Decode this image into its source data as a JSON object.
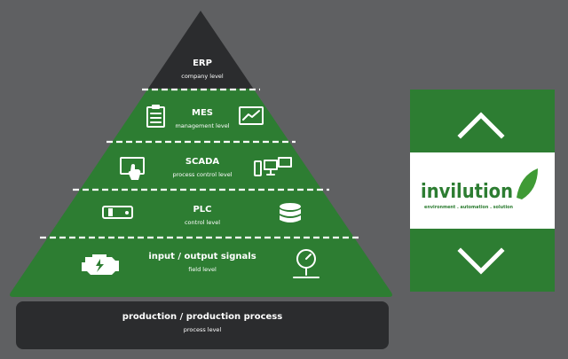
{
  "levels": [
    {
      "title": "ERP",
      "subtitle": "company level"
    },
    {
      "title": "MES",
      "subtitle": "management level"
    },
    {
      "title": "SCADA",
      "subtitle": "process control level"
    },
    {
      "title": "PLC",
      "subtitle": "control level"
    },
    {
      "title": "input / output signals",
      "subtitle": "field level"
    }
  ],
  "base": {
    "title": "production / production process",
    "subtitle": "process level"
  },
  "icons": {
    "mes_left": "clipboard-icon",
    "mes_right": "chart-monitor-icon",
    "scada_left": "touch-screen-icon",
    "scada_right": "workstation-icon",
    "plc_left": "plc-module-icon",
    "plc_right": "database-icon",
    "io_left": "engine-icon",
    "io_right": "pressure-gauge-icon"
  },
  "brand_panel": {
    "logo_text": "invilution",
    "tagline": "environment . automation . solution",
    "up_icon": "chevron-up-icon",
    "down_icon": "chevron-down-icon"
  },
  "colors": {
    "background": "#5f6062",
    "pyramid_top": "#2b2c2e",
    "pyramid_green": "#2d7d32",
    "base_bar": "#2b2c2e",
    "logo_leaf": "#3f9a35",
    "divider": "#ffffff"
  }
}
